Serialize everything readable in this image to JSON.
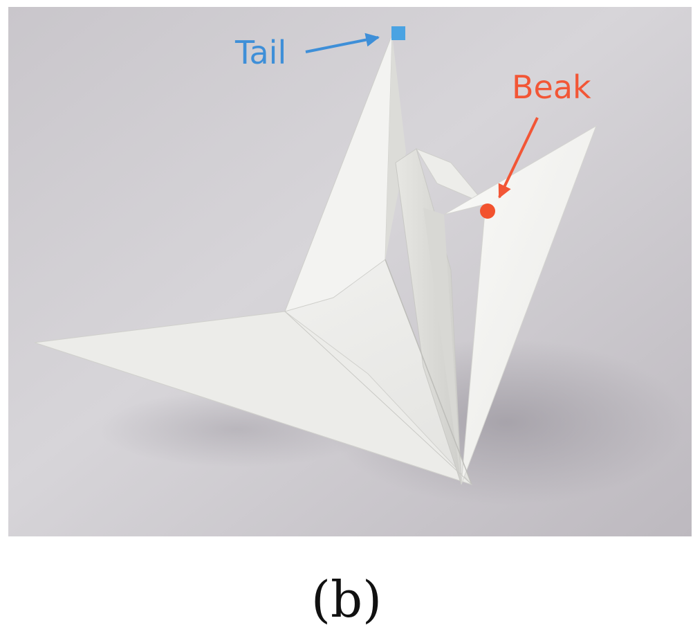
{
  "figure": {
    "caption": "(b)",
    "subject": "paper-crane-photo",
    "annotations": {
      "tail": {
        "label": "Tail",
        "color": "#3e8fd8"
      },
      "beak": {
        "label": "Beak",
        "color": "#f25636"
      }
    }
  }
}
